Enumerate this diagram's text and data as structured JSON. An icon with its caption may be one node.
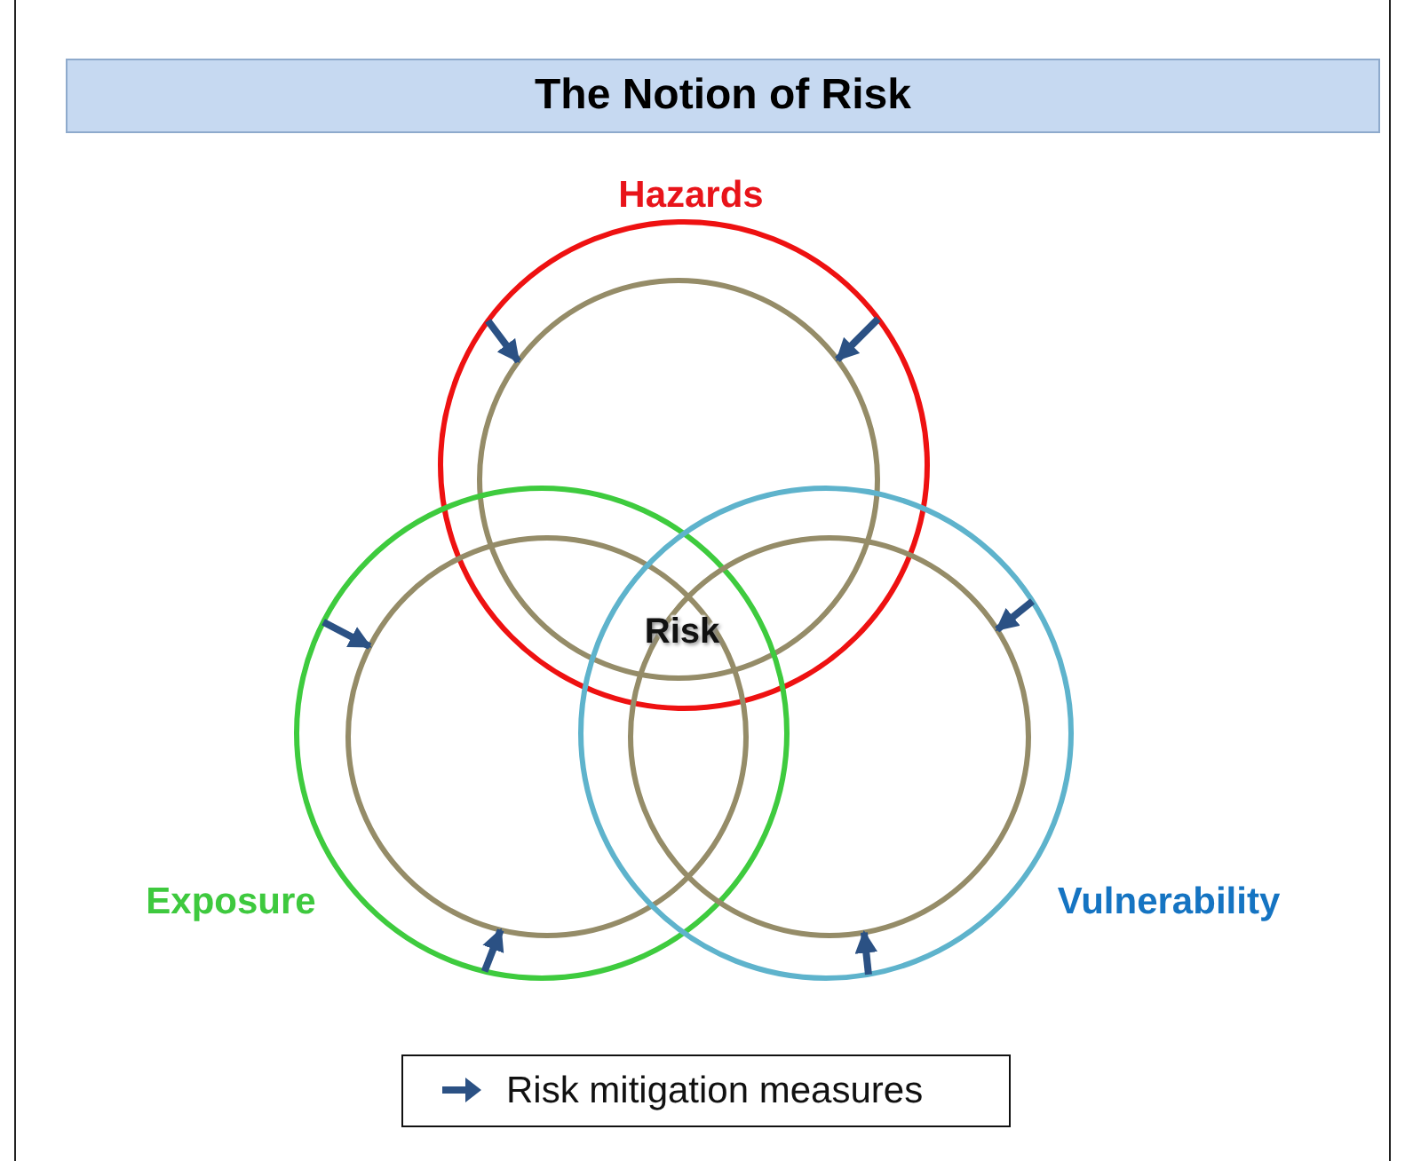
{
  "diagram": {
    "title": "The Notion of Risk",
    "nodes": [
      {
        "text": [
          "Hazards"
        ]
      },
      {
        "text": [],
        "shape": "circle",
        "in": 0
      },
      {
        "text": [
          "Exposure"
        ]
      },
      {
        "text": [],
        "shape": "circle",
        "in": 2
      },
      {
        "text": [
          "Vulnerability"
        ]
      },
      {
        "text": [],
        "shape": "circle",
        "in": 4
      }
    ],
    "edges": [
      {
        "from": 0,
        "to": 1,
        "arrow": "to"
      },
      {
        "from": 0,
        "to": 1,
        "arrow": "to"
      },
      {
        "from": 2,
        "to": 3,
        "arrow": "to"
      },
      {
        "from": 2,
        "to": 3,
        "arrow": "to"
      },
      {
        "from": 4,
        "to": 5,
        "arrow": "to"
      },
      {
        "from": 4,
        "to": 5,
        "arrow": "to"
      }
    ],
    "labels": [
      "Risk"
    ],
    "legend": [
      {
        "text": "Risk mitigation measures"
      }
    ]
  }
}
